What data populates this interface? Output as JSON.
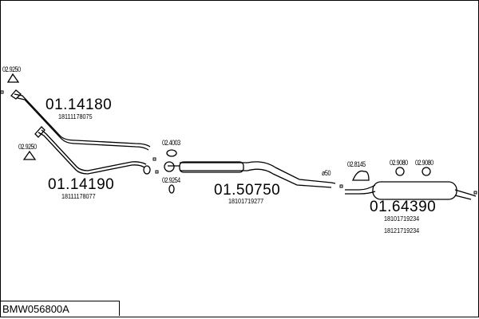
{
  "diagram_code": "BMW056800A",
  "parts": [
    {
      "number": "01.14180",
      "oe": [
        "18111178075"
      ]
    },
    {
      "number": "01.14190",
      "oe": [
        "18111178077"
      ]
    },
    {
      "number": "01.50750",
      "oe": [
        "18101719277"
      ]
    },
    {
      "number": "01.64390",
      "oe": [
        "18101719234",
        "18121719234"
      ]
    }
  ],
  "accessories": {
    "gasket_top": "02.9250",
    "gasket_left": "02.9250",
    "ring_top": "02.4003",
    "ring_bottom": "02.9254",
    "clamp": "02.8145",
    "hanger_1": "02.9080",
    "hanger_2": "02.9080"
  },
  "diameter_note": "ø50",
  "colors": {
    "line": "#000000",
    "background": "#ffffff"
  }
}
